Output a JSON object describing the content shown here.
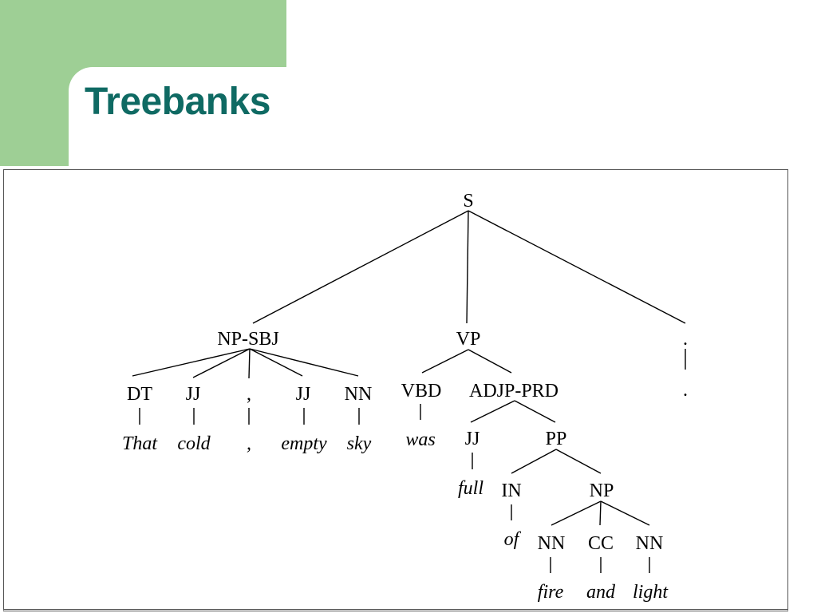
{
  "slide": {
    "title": "Treebanks"
  },
  "tree": {
    "root": "S",
    "np_sbj": "NP-SBJ",
    "vp": "VP",
    "period_tag": ".",
    "period_word": ".",
    "dt": "DT",
    "jj1": "JJ",
    "comma_tag": ",",
    "jj2": "JJ",
    "nn1": "NN",
    "w_that": "That",
    "w_cold": "cold",
    "w_comma": ",",
    "w_empty": "empty",
    "w_sky": "sky",
    "vbd": "VBD",
    "adjp_prd": "ADJP-PRD",
    "w_was": "was",
    "jj3": "JJ",
    "pp": "PP",
    "w_full": "full",
    "in": "IN",
    "np": "NP",
    "w_of": "of",
    "nn2": "NN",
    "cc": "CC",
    "nn3": "NN",
    "w_fire": "fire",
    "w_and": "and",
    "w_light": "light"
  }
}
